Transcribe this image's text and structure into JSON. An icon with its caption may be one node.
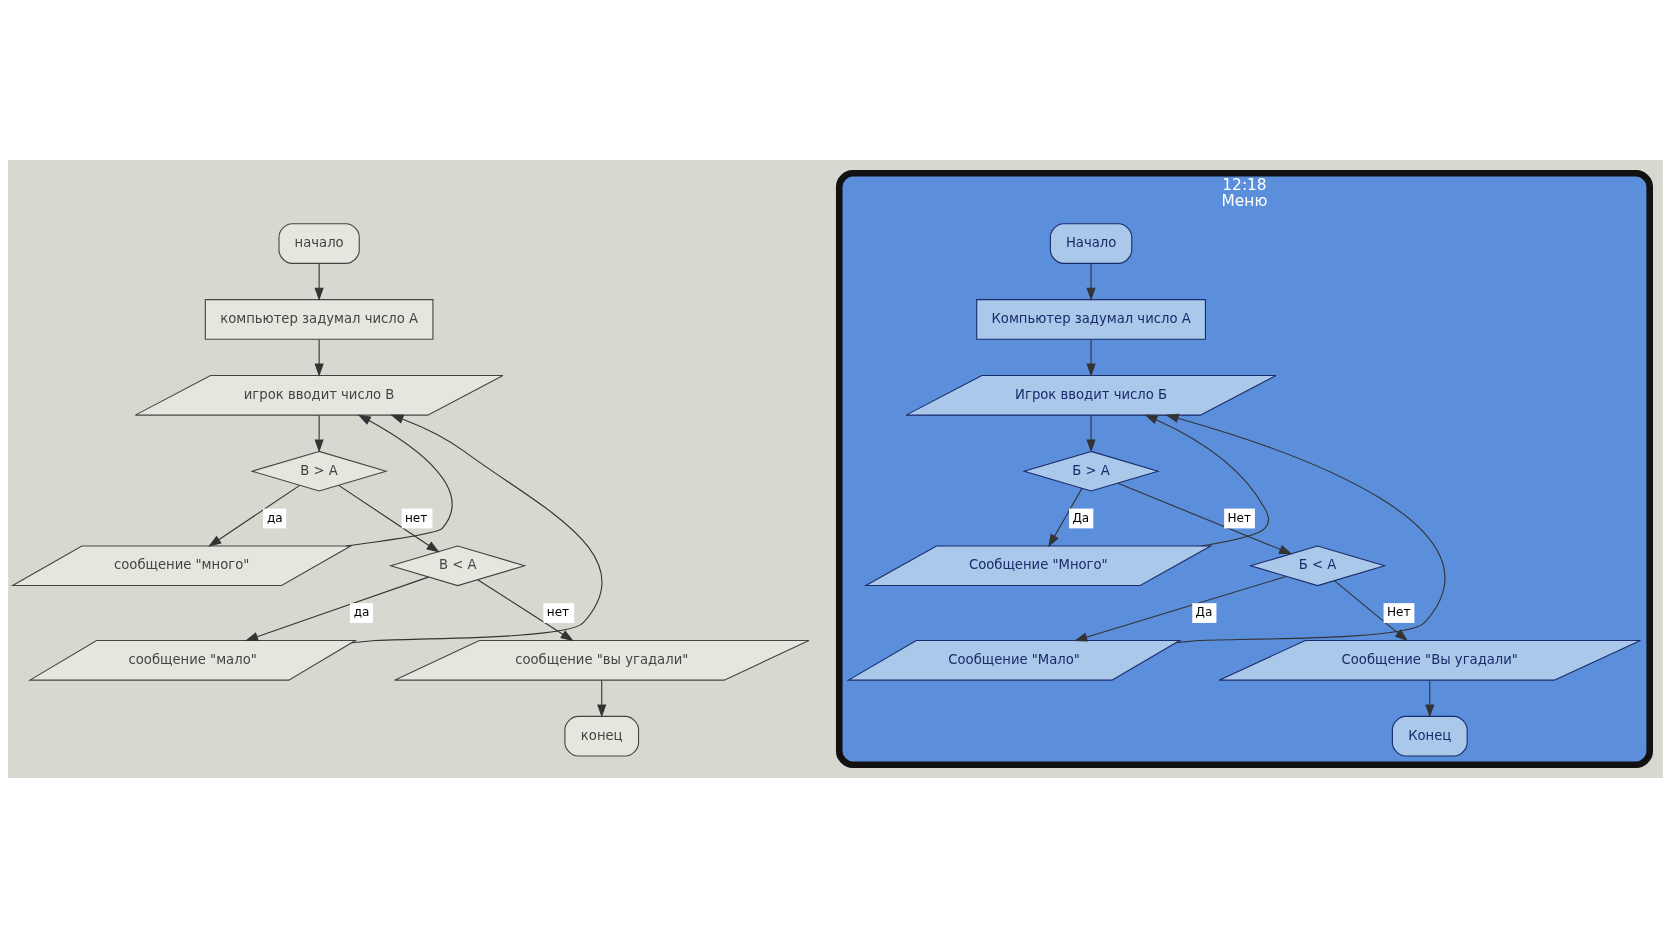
{
  "diagram": {
    "nodes": [
      {
        "text": [
          "начало"
        ]
      },
      {
        "text": [
          "компьютер задумал число А"
        ]
      },
      {
        "text": [
          "игрок вводит число В"
        ]
      },
      {
        "text": [
          "В > А"
        ]
      },
      {
        "text": [
          "сообщение \"много\""
        ]
      },
      {
        "text": [
          "В < А"
        ]
      },
      {
        "text": [
          "сообщение \"мало\""
        ]
      },
      {
        "text": [
          "сообщение \"вы угадали\""
        ]
      },
      {
        "text": [
          "конец"
        ]
      },
      {
        "text": [
          "12:18",
          "Меню"
        ]
      },
      {
        "text": [
          "Начало"
        ],
        "in": 9
      },
      {
        "text": [
          "Компьютер задумал число А"
        ],
        "in": 9
      },
      {
        "text": [
          "Игрок вводит число Б"
        ],
        "in": 9
      },
      {
        "text": [
          "Б > А"
        ],
        "in": 9
      },
      {
        "text": [
          "Сообщение \"Много\""
        ],
        "in": 9
      },
      {
        "text": [
          "Б < А"
        ],
        "in": 9
      },
      {
        "text": [
          "Сообщение \"Мало\""
        ],
        "in": 9
      },
      {
        "text": [
          "Сообщение \"Вы угадали\""
        ],
        "in": 9
      },
      {
        "text": [
          "Конец"
        ],
        "in": 9
      }
    ],
    "edges": [
      {
        "from": 0,
        "to": 1,
        "arrow": "to"
      },
      {
        "from": 1,
        "to": 2,
        "arrow": "to"
      },
      {
        "from": 2,
        "to": 3,
        "arrow": "to"
      },
      {
        "from": 3,
        "to": 4,
        "label": "да",
        "arrow": "to"
      },
      {
        "from": 3,
        "to": 5,
        "label": "нет",
        "arrow": "to"
      },
      {
        "from": 5,
        "to": 6,
        "label": "да",
        "arrow": "to"
      },
      {
        "from": 5,
        "to": 7,
        "label": "нет",
        "arrow": "to"
      },
      {
        "from": 7,
        "to": 8,
        "arrow": "to"
      },
      {
        "from": 4,
        "to": 2,
        "arrow": "to"
      },
      {
        "from": 6,
        "to": 2,
        "arrow": "to"
      },
      {
        "from": 10,
        "to": 11,
        "arrow": "to"
      },
      {
        "from": 11,
        "to": 12,
        "arrow": "to"
      },
      {
        "from": 12,
        "to": 13,
        "arrow": "to"
      },
      {
        "from": 13,
        "to": 14,
        "label": "Да",
        "arrow": "to"
      },
      {
        "from": 13,
        "to": 15,
        "label": "Нет",
        "arrow": "to"
      },
      {
        "from": 15,
        "to": 16,
        "label": "Да",
        "arrow": "to"
      },
      {
        "from": 15,
        "to": 17,
        "label": "Нет",
        "arrow": "to"
      },
      {
        "from": 17,
        "to": 18,
        "arrow": "to"
      },
      {
        "from": 14,
        "to": 12,
        "arrow": "to"
      },
      {
        "from": 16,
        "to": 12,
        "arrow": "to"
      }
    ]
  }
}
